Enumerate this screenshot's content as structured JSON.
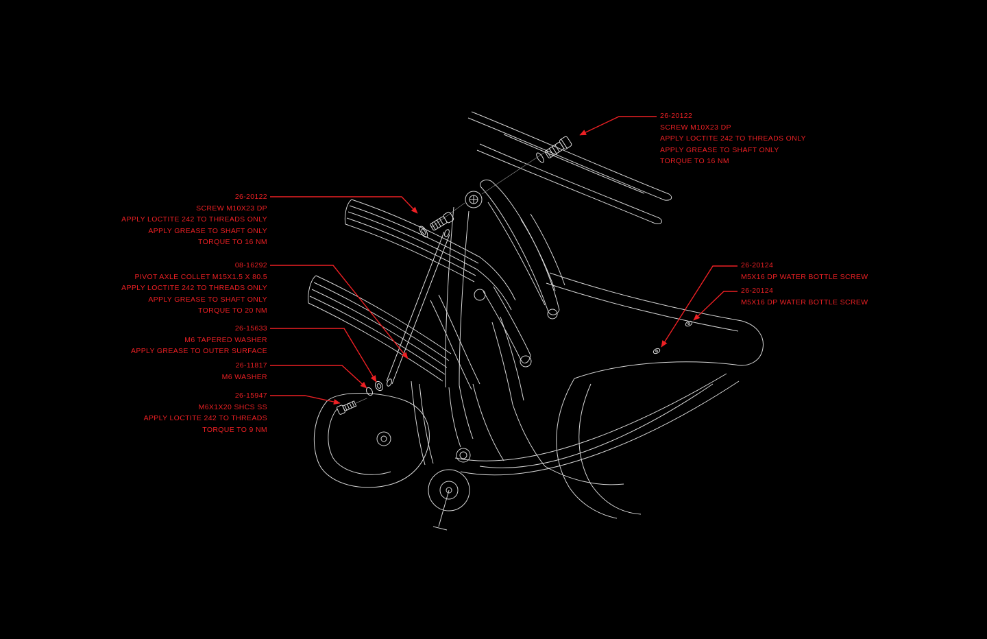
{
  "diagram": {
    "background_color": "#000000",
    "accent_red": "#ed2024",
    "line_art_color": "#d8d8d8"
  },
  "callouts": {
    "screw_top": {
      "lines": [
        "26-20122",
        "SCREW M10X23 DP",
        "APPLY LOCTITE 242 TO THREADS ONLY",
        "APPLY GREASE TO SHAFT ONLY",
        "TORQUE TO 16 NM"
      ]
    },
    "screw_left": {
      "lines": [
        "26-20122",
        "SCREW M10X23 DP",
        "APPLY LOCTITE 242 TO THREADS ONLY",
        "APPLY GREASE TO SHAFT ONLY",
        "TORQUE TO 16 NM"
      ]
    },
    "pivot_axle_collet": {
      "lines": [
        "08-16292",
        "PIVOT AXLE COLLET M15X1.5 X 80.5",
        "APPLY LOCTITE 242 TO THREADS ONLY",
        "APPLY GREASE TO SHAFT ONLY",
        "TORQUE TO 20 NM"
      ]
    },
    "tapered_washer": {
      "lines": [
        "26-15633",
        "M6 TAPERED WASHER",
        "APPLY GREASE TO OUTER SURFACE"
      ]
    },
    "m6_washer": {
      "lines": [
        "26-11817",
        "M6 WASHER"
      ]
    },
    "shcs_screw": {
      "lines": [
        "26-15947",
        "M6X1X20 SHCS SS",
        "APPLY LOCTITE 242 TO THREADS",
        "TORQUE TO 9 NM"
      ]
    },
    "water_bottle_screw_1": {
      "lines": [
        "26-20124",
        "M5X16 DP WATER BOTTLE SCREW"
      ]
    },
    "water_bottle_screw_2": {
      "lines": [
        "26-20124",
        "M5X16 DP WATER BOTTLE SCREW"
      ]
    }
  }
}
